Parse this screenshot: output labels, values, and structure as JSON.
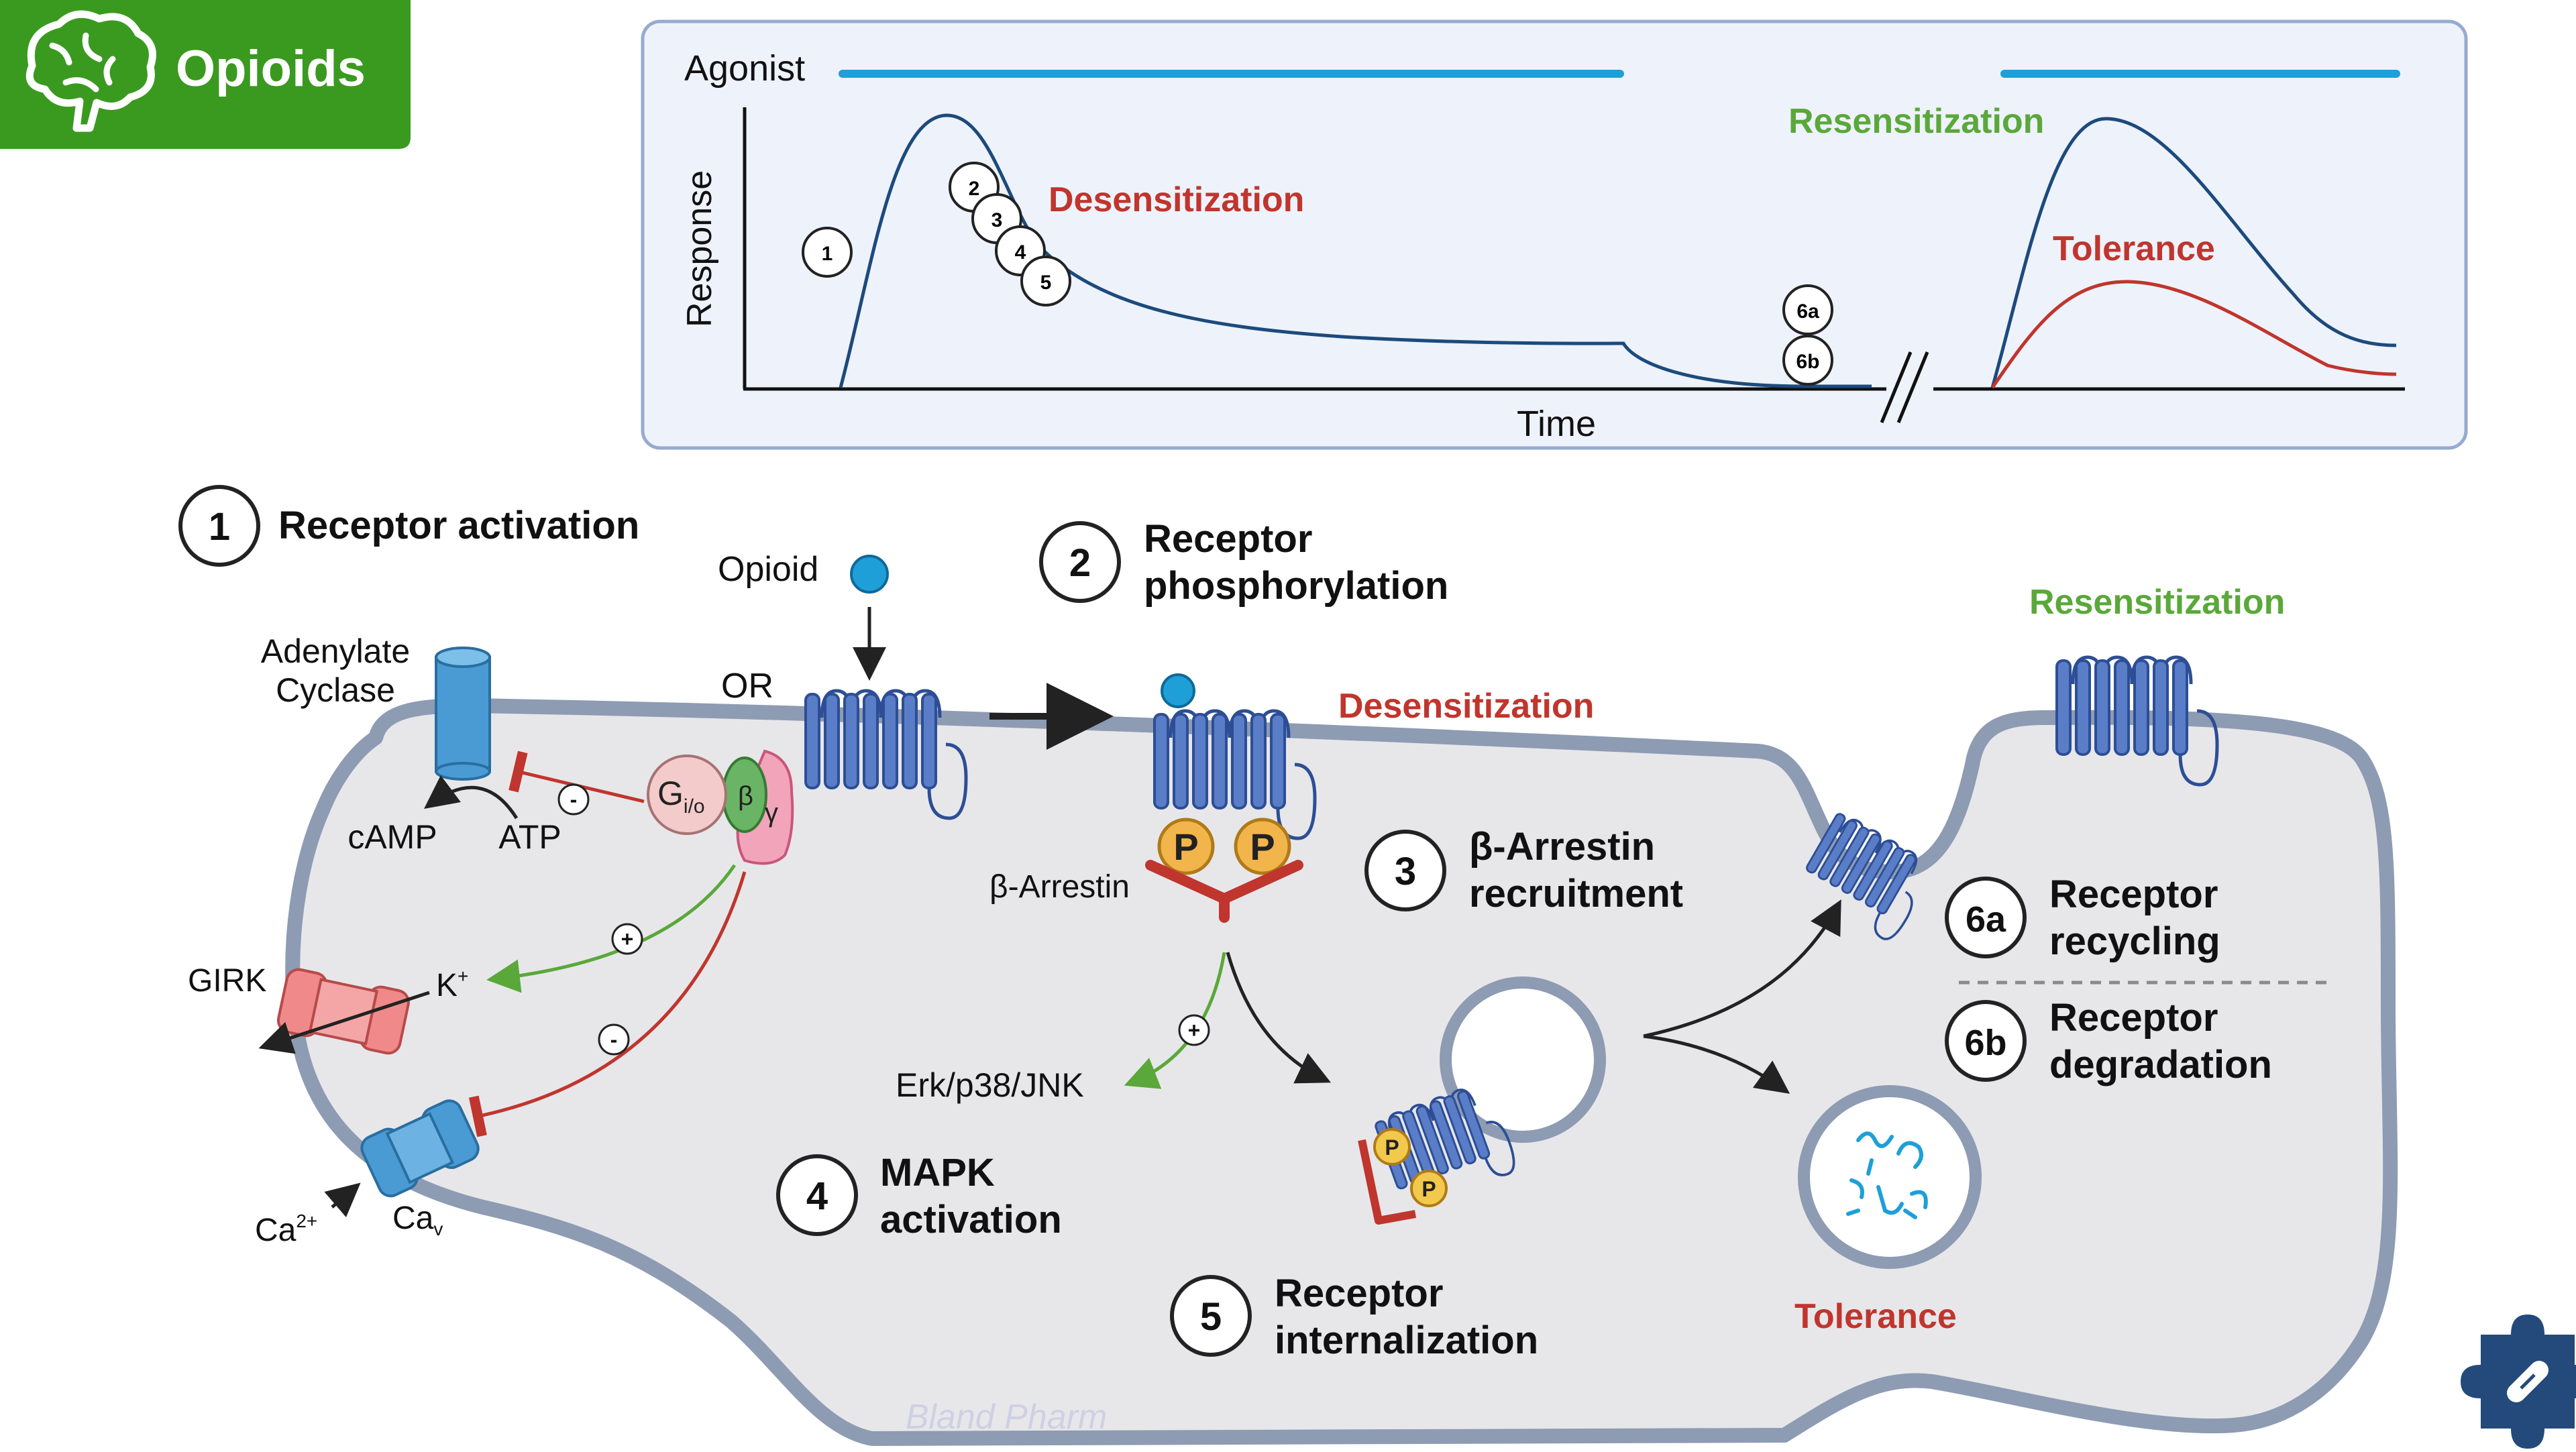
{
  "badge": {
    "title": "Opioids",
    "color": "#3a9a1f",
    "icon": "brain-icon"
  },
  "graph": {
    "agonist_label": "Agonist",
    "y_label": "Response",
    "x_label": "Time",
    "desensitization": "Desensitization",
    "resensitization": "Resensitization",
    "tolerance": "Tolerance",
    "markers": [
      "1",
      "2",
      "3",
      "4",
      "5",
      "6a",
      "6b"
    ]
  },
  "steps": {
    "s1": {
      "num": "1",
      "title": "Receptor activation"
    },
    "s2": {
      "num": "2",
      "line1": "Receptor",
      "line2": "phosphorylation"
    },
    "s3": {
      "num": "3",
      "line1": "β-Arrestin",
      "line2": "recruitment"
    },
    "s4": {
      "num": "4",
      "line1": "MAPK",
      "line2": "activation"
    },
    "s5": {
      "num": "5",
      "line1": "Receptor",
      "line2": "internalization"
    },
    "s6a": {
      "num": "6a",
      "line1": "Receptor",
      "line2": "recycling"
    },
    "s6b": {
      "num": "6b",
      "line1": "Receptor",
      "line2": "degradation"
    }
  },
  "labels": {
    "opioid": "Opioid",
    "or": "OR",
    "adenylate1": "Adenylate",
    "adenylate2": "Cyclase",
    "camp": "cAMP",
    "atp": "ATP",
    "gi": "G",
    "gi_sub": "i/o",
    "beta": "β",
    "gamma": "γ",
    "girk": "GIRK",
    "k": "K",
    "k_sup": "+",
    "ca": "Ca",
    "ca_sup": "2+",
    "cav": "Ca",
    "cav_sub": "v",
    "arrestin": "β-Arrestin",
    "p": "P",
    "erk": "Erk/p38/JNK",
    "desens": "Desensitization",
    "resens": "Resensitization",
    "tolerance": "Tolerance",
    "plus": "+",
    "minus": "-",
    "watermark": "Bland Pharm"
  },
  "colors": {
    "red": "#c0352d",
    "green": "#5aa83a",
    "blue_curve": "#1c4a7c",
    "agonist_bar": "#1e9fd8",
    "receptor": "#4f74c4",
    "cell_fill": "#e7e7ea",
    "cell_border": "#8d9bb3"
  }
}
